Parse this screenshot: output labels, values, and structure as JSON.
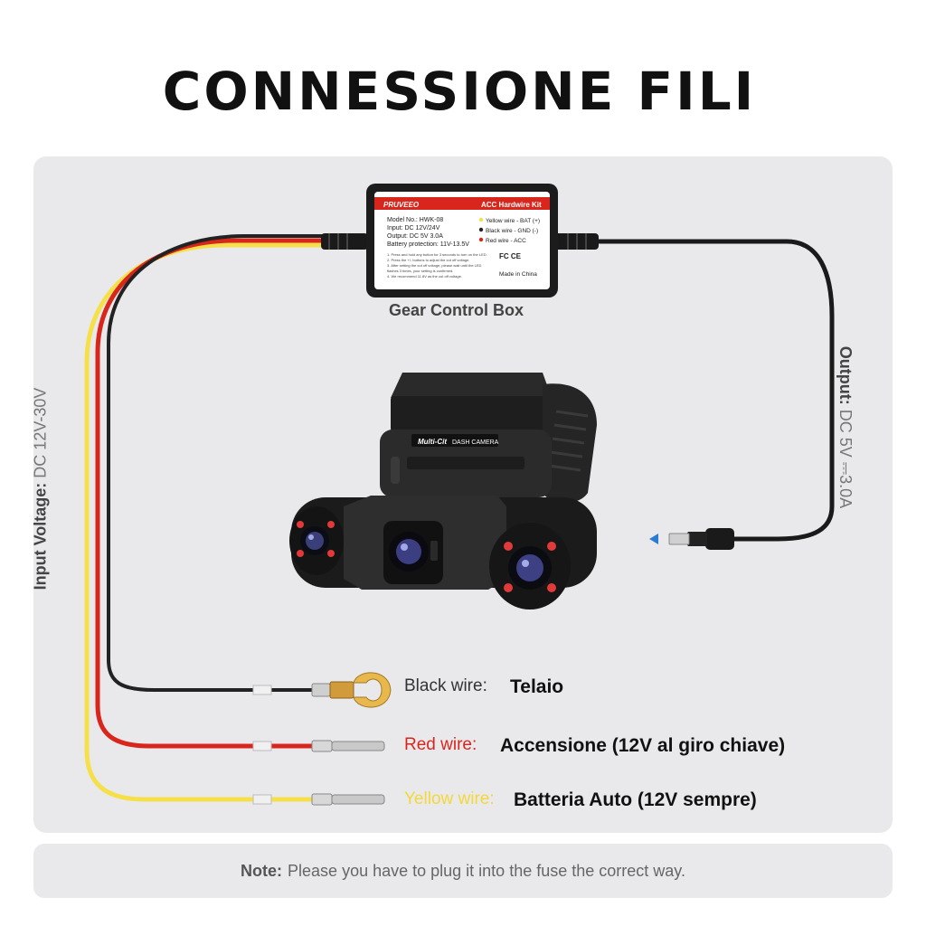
{
  "title": "CONNESSIONE FILI",
  "control_box": {
    "caption": "Gear Control Box",
    "brand": "PRUVEEO",
    "kit_name": "ACC Hardwire Kit",
    "specs": [
      "Model No.: HWK-08",
      "Input: DC 12V/24V",
      "Output: DC 5V 3.0A",
      "Battery protection: 11V-13.5V"
    ],
    "legend": [
      "Yellow wire - BAT (+)",
      "Black wire - GND (-)",
      "Red wire - ACC"
    ],
    "instructions": [
      "1. Press and hold any button for 3 seconds to turn on the LED.",
      "2. Press the +/- buttons to adjust the cut off voltage.",
      "3. After setting the cut off voltage, please wait until the LED",
      "    flashes 3 times, your setting is confirmed.",
      "4. We recommend 11.8V as the cut off voltage."
    ],
    "cert": "FC CE",
    "origin": "Made in China"
  },
  "camera": {
    "brand_badge": "Multi-Cit",
    "model_label": "DASH CAMERA"
  },
  "input_voltage": {
    "label": "Input Voltage:",
    "value": "DC 12V-30V"
  },
  "output": {
    "label": "Output:",
    "value": "DC 5V ⎓3.0A"
  },
  "wires": [
    {
      "name": "Black wire:",
      "desc": "Telaio",
      "color": "#222222"
    },
    {
      "name": "Red wire:",
      "desc": "Accensione (12V al giro chiave)",
      "color": "#d9261c"
    },
    {
      "name": "Yellow wire:",
      "desc": "Batteria Auto (12V sempre)",
      "color": "#f5e04a"
    }
  ],
  "note": {
    "label": "Note:",
    "text": "Please you have to plug it into the fuse the correct way."
  },
  "colors": {
    "panel": "#e9e9ec",
    "arrow": "#2a7bd4"
  }
}
